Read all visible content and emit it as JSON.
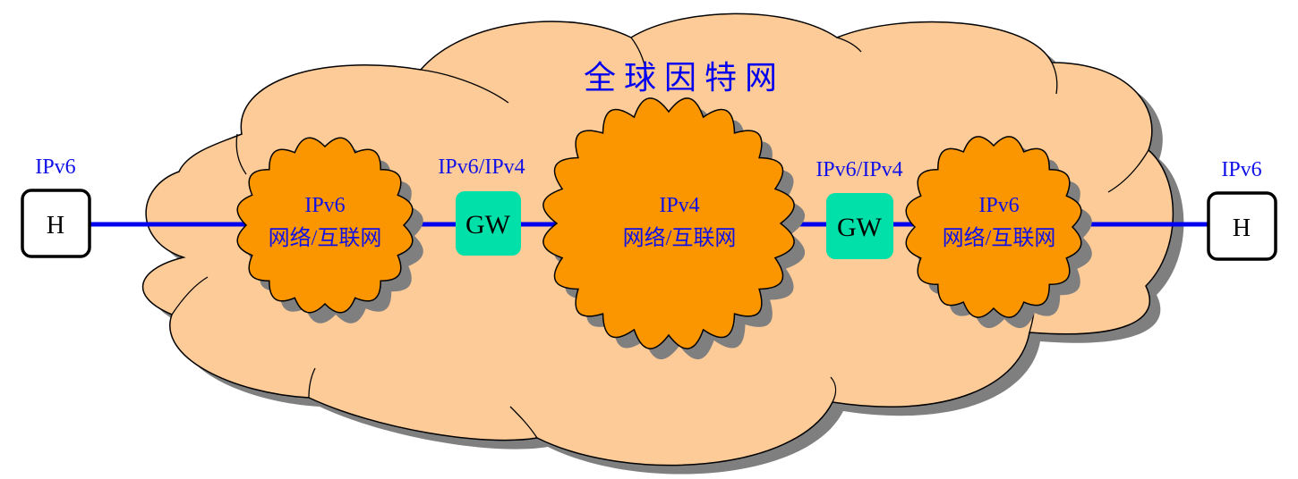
{
  "title": "全 球 因 特 网",
  "colors": {
    "outer_cloud": "#fdcb98",
    "inner_cloud": "#fb9600",
    "shadow": "#7f7f7f",
    "link": "#0000ee",
    "gateway": "#00e0a8",
    "label": "#1010e8"
  },
  "hosts": [
    {
      "label": "H",
      "protocol": "IPv6"
    },
    {
      "label": "H",
      "protocol": "IPv6"
    }
  ],
  "gateways": [
    {
      "label": "GW",
      "protocol": "IPv6/IPv4"
    },
    {
      "label": "GW",
      "protocol": "IPv6/IPv4"
    }
  ],
  "networks": [
    {
      "protocol": "IPv6",
      "label": "网络/互联网"
    },
    {
      "protocol": "IPv4",
      "label": "网络/互联网"
    },
    {
      "protocol": "IPv6",
      "label": "网络/互联网"
    }
  ]
}
